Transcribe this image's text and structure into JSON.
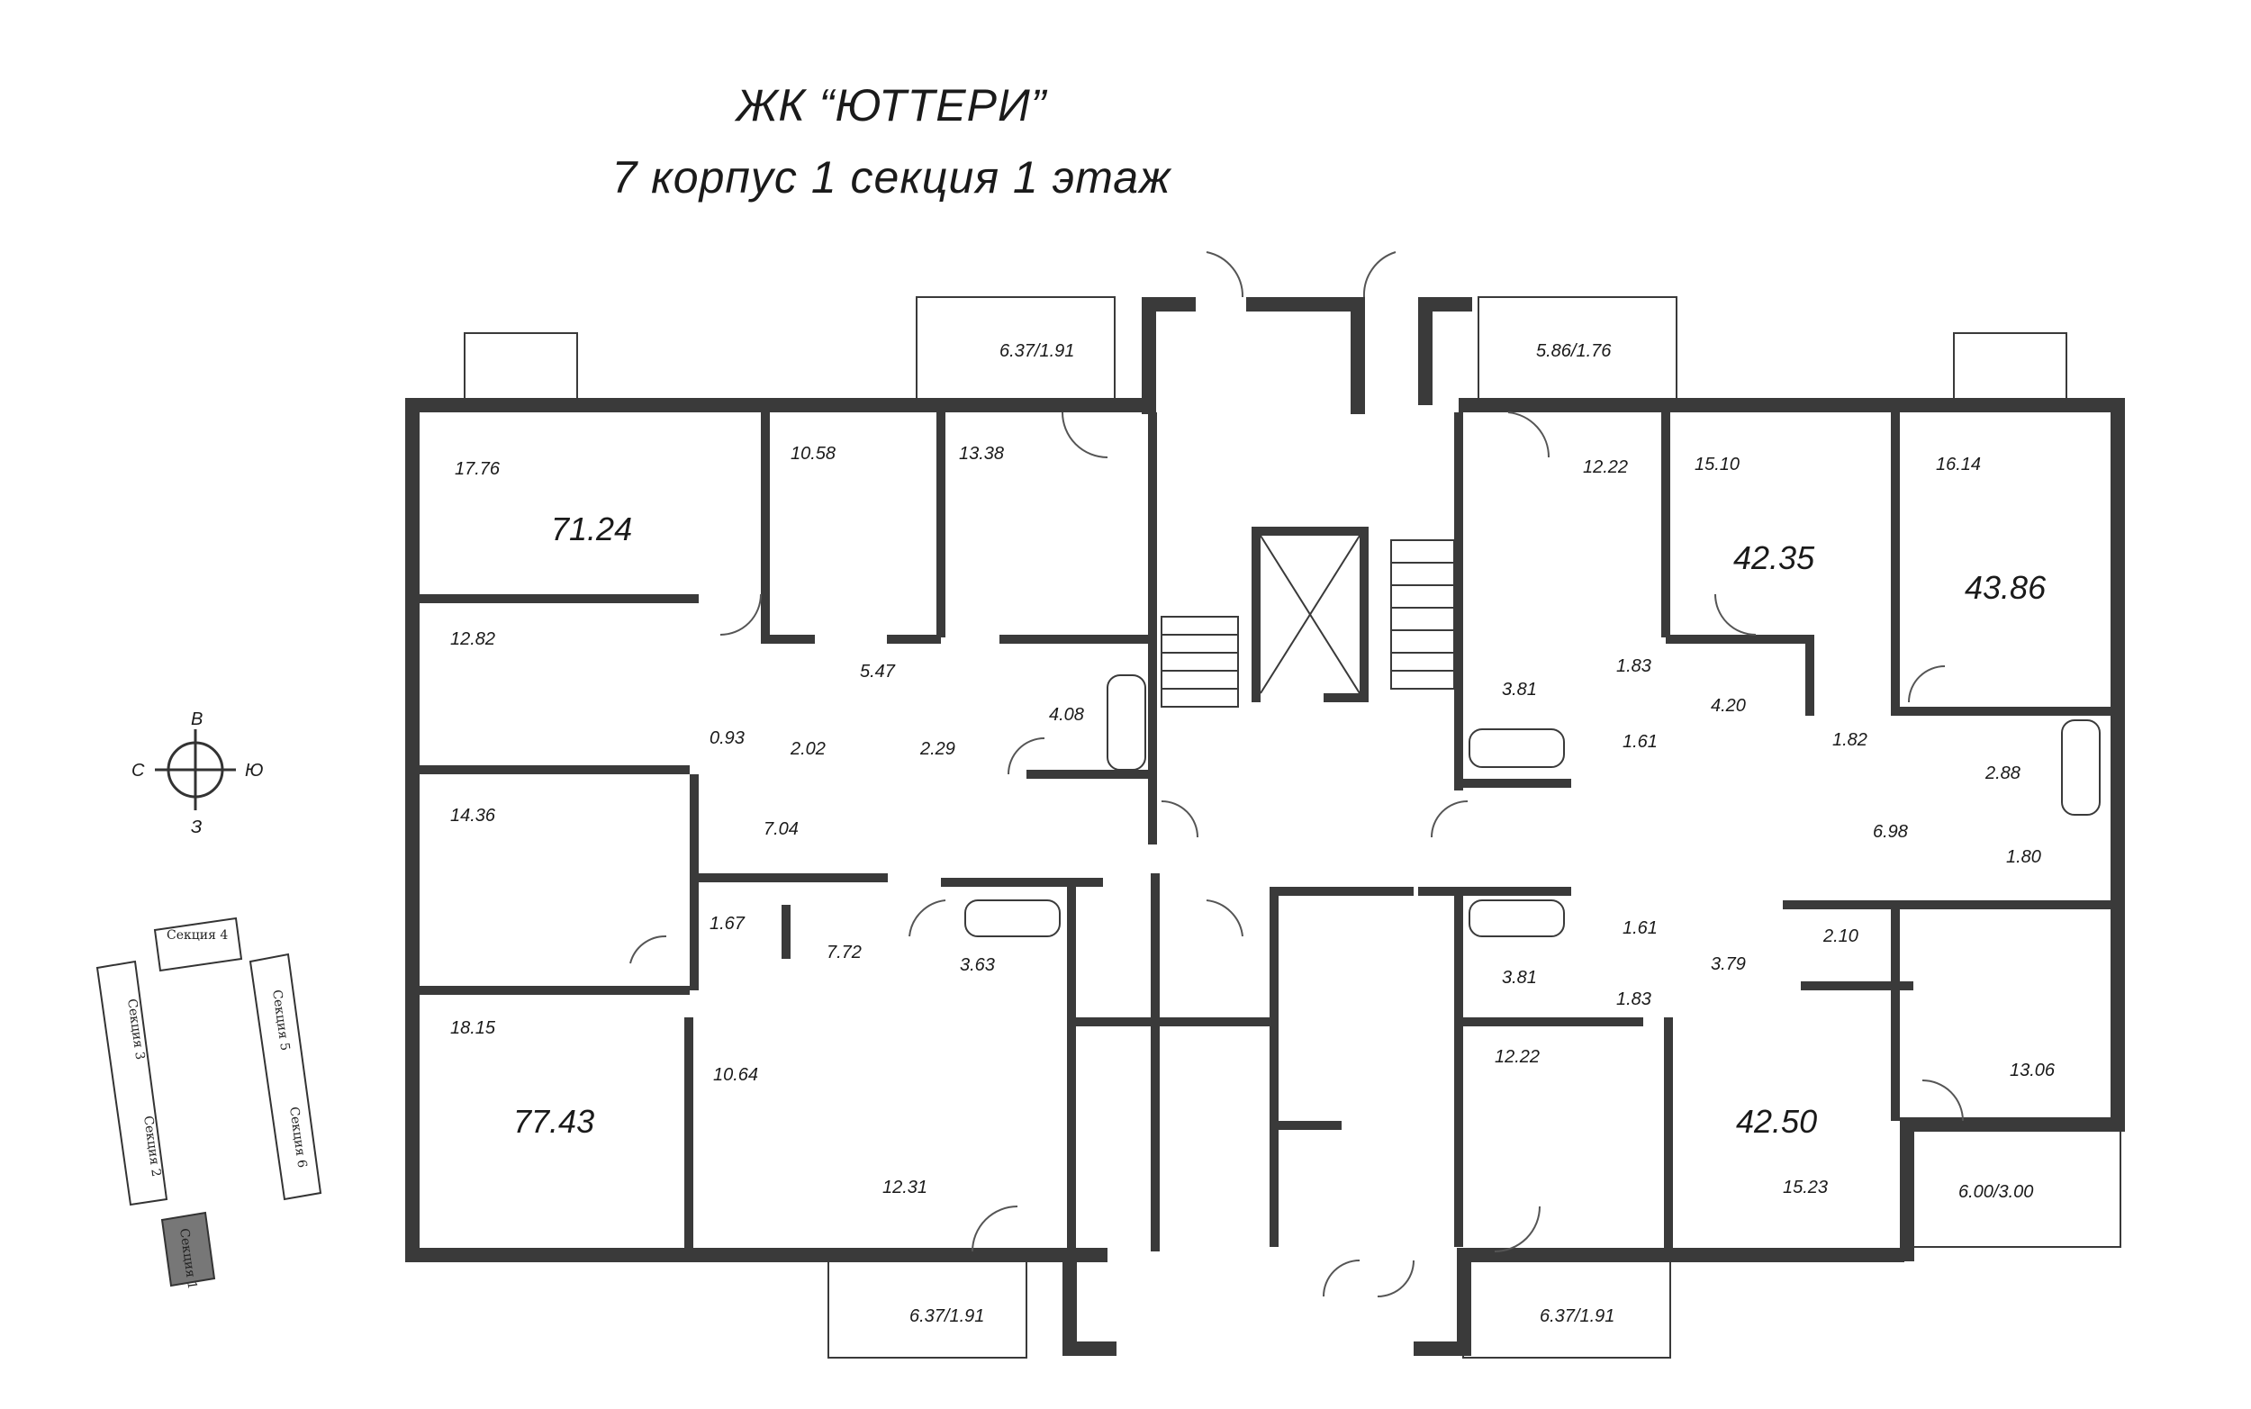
{
  "title": "ЖК “ЮТТЕРИ”",
  "subtitle": "7 корпус 1 секция 1 этаж",
  "compass": {
    "north": "С",
    "east": "В",
    "south": "Ю",
    "west": "З"
  },
  "section_map": [
    "Секция 1",
    "Секция 2",
    "Секция 3",
    "Секция 4",
    "Секция 5",
    "Секция 6"
  ],
  "apartments": [
    {
      "total": "71.24",
      "rooms": [
        "17.76",
        "12.82",
        "0.93",
        "2.02",
        "5.47",
        "2.29",
        "10.58"
      ]
    },
    {
      "total": "77.43",
      "rooms": [
        "14.36",
        "18.15",
        "7.04",
        "1.67",
        "7.72",
        "3.63",
        "10.64",
        "12.31"
      ]
    },
    {
      "total": "42.35",
      "rooms": [
        "12.22",
        "15.10",
        "3.81",
        "1.83",
        "1.61",
        "4.20",
        "1.82"
      ]
    },
    {
      "total": "43.86",
      "rooms": [
        "16.14",
        "6.98",
        "2.88",
        "1.80"
      ]
    },
    {
      "total": "42.50",
      "rooms": [
        "12.22",
        "15.23",
        "3.81",
        "1.83",
        "1.61",
        "3.79",
        "2.10"
      ]
    }
  ],
  "other_areas": [
    "13.38",
    "4.08",
    "13.06"
  ],
  "balconies": [
    "6.37/1.91",
    "5.86/1.76",
    "6.37/1.91",
    "6.37/1.91",
    "6.00/3.00"
  ]
}
